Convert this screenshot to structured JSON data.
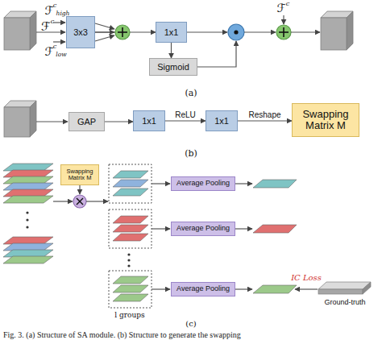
{
  "diagram": {
    "caption": "Fig. 3.   (a) Structure of SA module. (b) Structure to generate the swapping",
    "nodes": [
      {
        "text": [
          "3x3"
        ]
      },
      {
        "text": [
          "1x1"
        ]
      },
      {
        "text": [
          "Sigmoid"
        ]
      },
      {
        "text": [
          "GAP"
        ]
      },
      {
        "text": [
          "1x1"
        ]
      },
      {
        "text": [
          "1x1"
        ]
      },
      {
        "text": [
          "Swapping Matrix M"
        ]
      },
      {
        "text": [
          "Swapping Matrix M"
        ]
      },
      {
        "text": [
          "Average Pooling"
        ]
      },
      {
        "text": [
          "Average Pooling"
        ]
      },
      {
        "text": [
          "Average Pooling"
        ]
      }
    ],
    "edges": [
      {
        "from": 0,
        "to": 1,
        "arrow": "to"
      },
      {
        "from": 1,
        "to": 2,
        "arrow": "to"
      },
      {
        "from": 3,
        "to": 4,
        "arrow": "to"
      },
      {
        "from": 4,
        "to": 5,
        "label": "ReLU",
        "arrow": "to"
      },
      {
        "from": 5,
        "to": 6,
        "label": "Reshape",
        "arrow": "to"
      }
    ],
    "labels": [
      "ℱ",
      "c",
      "ℱ",
      "c",
      "high",
      "ℱ",
      "c",
      "low",
      "ℱ",
      "c",
      "(a)",
      "(b)",
      "IC Loss",
      "Ground-truth",
      "l groups",
      "(c)"
    ]
  }
}
